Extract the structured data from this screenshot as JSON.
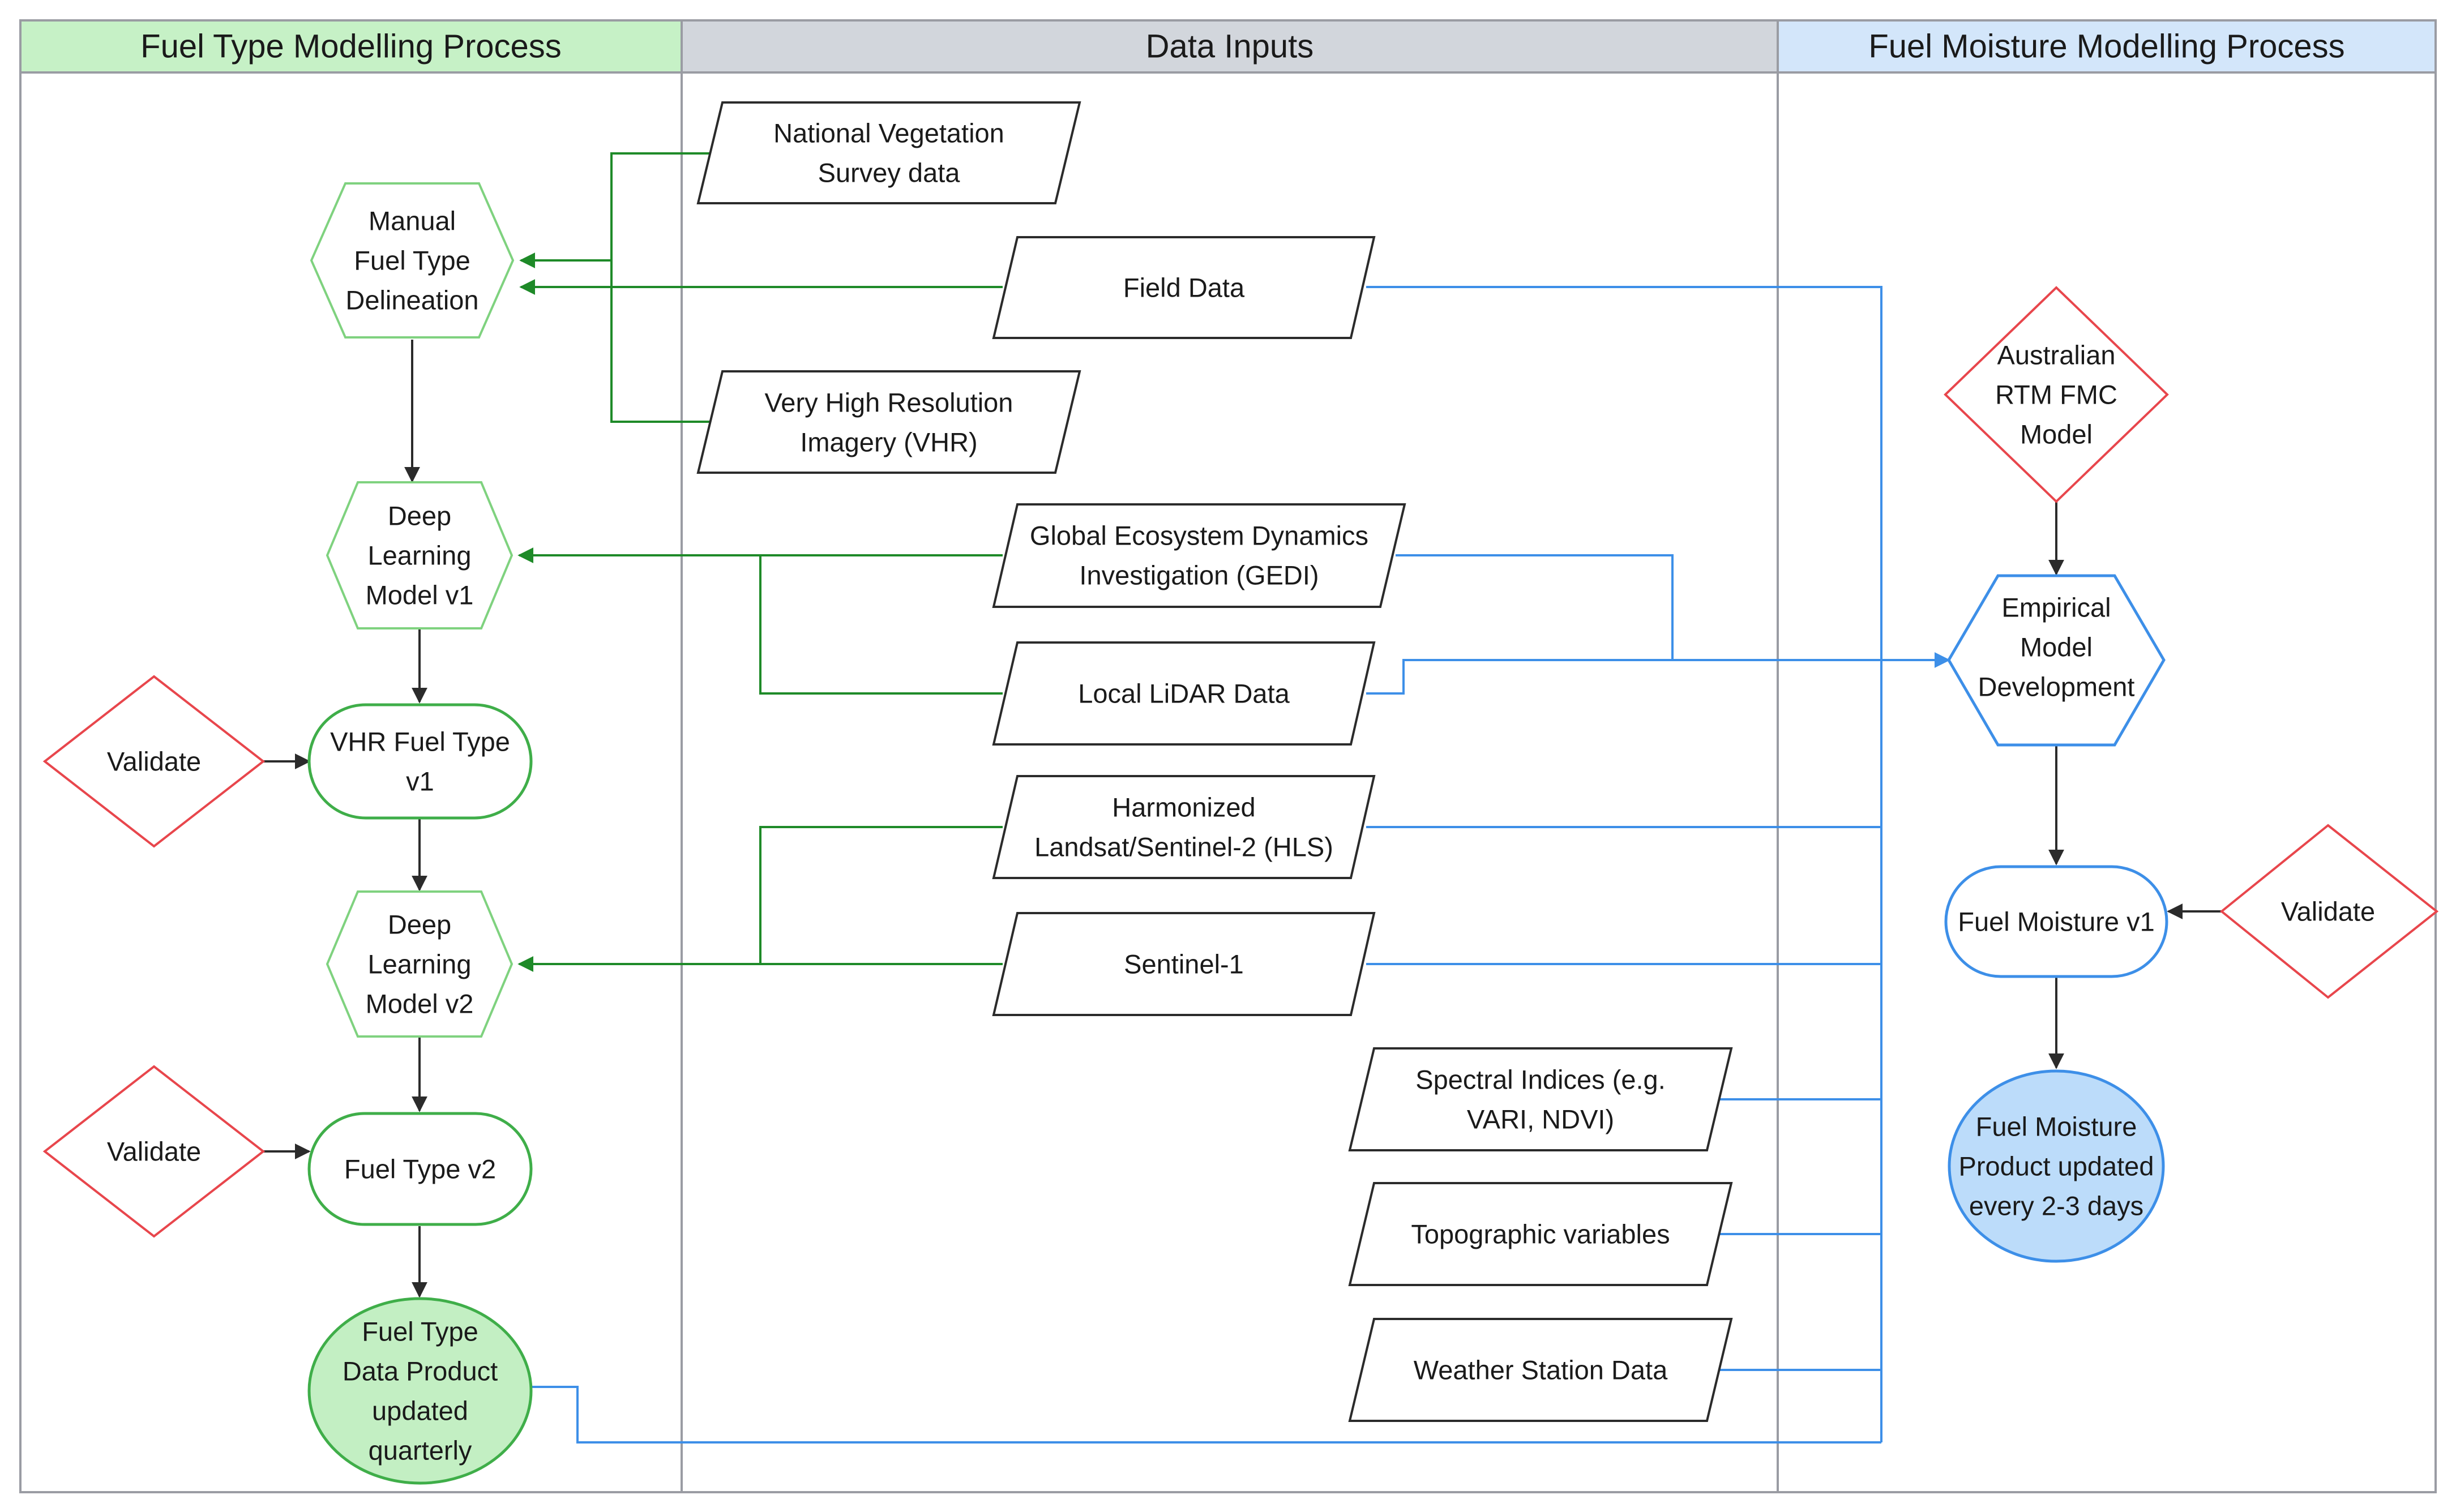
{
  "lanes": {
    "fuel_type": "Fuel Type Modelling Process",
    "data_inputs": "Data Inputs",
    "fuel_moisture": "Fuel Moisture Modelling Process"
  },
  "nodes": {
    "manual_fuel_type": [
      "Manual",
      "Fuel Type",
      "Delineation"
    ],
    "deep_learning_v1": [
      "Deep",
      "Learning",
      "Model v1"
    ],
    "vhr_fuel_type_v1": [
      "VHR Fuel Type",
      "v1"
    ],
    "validate_left_1": [
      "Validate"
    ],
    "deep_learning_v2": [
      "Deep",
      "Learning",
      "Model v2"
    ],
    "validate_left_2": [
      "Validate"
    ],
    "fuel_type_v2": [
      "Fuel Type v2"
    ],
    "fuel_type_product": [
      "Fuel Type",
      "Data Product",
      "updated",
      "quarterly"
    ],
    "national_vegetation": [
      "National Vegetation",
      "Survey data"
    ],
    "field_data": [
      "Field Data"
    ],
    "vhr_imagery": [
      "Very High Resolution",
      "Imagery (VHR)"
    ],
    "gedi": [
      "Global Ecosystem Dynamics",
      "Investigation (GEDI)"
    ],
    "local_lidar": [
      "Local LiDAR Data"
    ],
    "hls": [
      "Harmonized",
      "Landsat/Sentinel-2 (HLS)"
    ],
    "sentinel1": [
      "Sentinel-1"
    ],
    "spectral_indices": [
      "Spectral Indices (e.g.",
      "VARI, NDVI)"
    ],
    "topographic": [
      "Topographic variables"
    ],
    "weather_station": [
      "Weather Station Data"
    ],
    "rtm_fmc": [
      "Australian",
      "RTM FMC",
      "Model"
    ],
    "empirical_model": [
      "Empirical",
      "Model",
      "Development"
    ],
    "fuel_moisture_v1": [
      "Fuel Moisture v1"
    ],
    "validate_right": [
      "Validate"
    ],
    "fuel_moisture_product": [
      "Fuel Moisture",
      "Product updated",
      "every 2-3 days"
    ]
  },
  "colors": {
    "green_stroke": "#3fae49",
    "green_arrow": "#1e8a28",
    "light_green_stroke": "#7fd27f",
    "green_fill": "#c3efc3",
    "blue_stroke": "#3d8fe8",
    "blue_fill": "#bcdcfa",
    "red_stroke": "#e8464c",
    "lane_green": "#c6f1c6",
    "lane_gray": "#d2d6dc",
    "lane_blue": "#d3e6fa",
    "border": "#9a9ca3",
    "black_arrow": "#2b2b2b"
  }
}
